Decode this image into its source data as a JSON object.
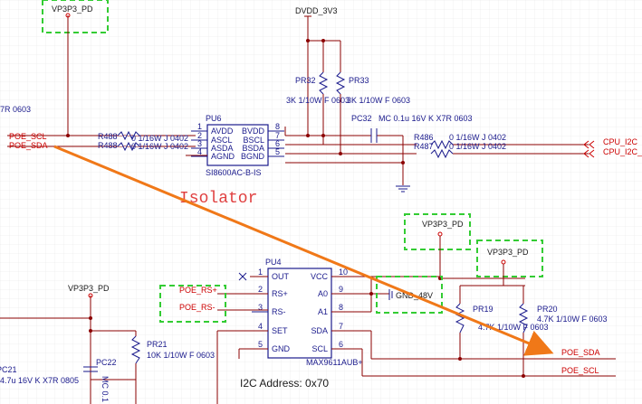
{
  "labels": {
    "vp3p3_pd_top": "VP3P3_PD",
    "dvdd_3v3": "DVDD_3V3",
    "left_partial_7r0603": "7R 0603",
    "pr32_ref": "PR32",
    "pr33_ref": "PR33",
    "pr32_val": "3K 1/10W F 0603",
    "pr33_val": "3K 1/10W F 0603",
    "pu6_ref": "PU6",
    "pu6_part": "SI8600AC-B-IS",
    "pc32": "PC32",
    "pc32_val": "MC 0.1u 16V K X7R 0603",
    "poe_scl_left": "POE_SCL",
    "poe_sda_left": "POE_SDA",
    "r488a_ref": "R488",
    "r488a_val": "0 1/16W J 0402",
    "r488b_ref": "R488",
    "r488b_val": "0 1/16W J 0402",
    "r486_ref": "R486",
    "r486_val": "0 1/16W J 0402",
    "r487_ref": "R487",
    "r487_val": "0 1/16W J 0402",
    "cpu_i2c_1": "CPU_I2C",
    "cpu_i2c_2": "CPU_I2C_",
    "isolator": "Isolator",
    "vp3p3_pd_mid1": "VP3P3_PD",
    "vp3p3_pd_mid2": "VP3P3_PD",
    "vp3p3_pd_left": "VP3P3_PD",
    "pu4_ref": "PU4",
    "pu4_part": "MAX9611AUB+",
    "gnd_48v": "GND_48V",
    "poe_rsp": "POE_RS+",
    "poe_rsm": "POE_RS-",
    "pr21_ref": "PR21",
    "pr21_val": "10K 1/10W F 0603",
    "pc22_ref": "PC22",
    "pc22_val": "MC 0.1",
    "pc21_ref": "PC21",
    "pc21_val": "4.7u 16V K X7R 0805",
    "pr19_ref": "PR19",
    "pr19_val": "4.7K 1/10W F 0603",
    "pr20_ref": "PR20",
    "pr20_val": "4.7K 1/10W F 0603",
    "poe_sda_right": "POE_SDA",
    "poe_scl_right": "POE_SCL",
    "i2c_address": "I2C Address: 0x70"
  },
  "pu6": {
    "pins_left": [
      {
        "num": "1",
        "name": "AVDD"
      },
      {
        "num": "2",
        "name": "ASCL"
      },
      {
        "num": "3",
        "name": "ASDA"
      },
      {
        "num": "4",
        "name": "AGND"
      }
    ],
    "pins_right": [
      {
        "num": "8",
        "name": "BVDD"
      },
      {
        "num": "7",
        "name": "BSCL"
      },
      {
        "num": "6",
        "name": "BSDA"
      },
      {
        "num": "5",
        "name": "BGND"
      }
    ]
  },
  "pu4": {
    "pins_left": [
      {
        "num": "1",
        "name": "OUT"
      },
      {
        "num": "2",
        "name": "RS+"
      },
      {
        "num": "3",
        "name": "RS-"
      },
      {
        "num": "4",
        "name": "SET"
      },
      {
        "num": "5",
        "name": "GND"
      }
    ],
    "pins_right": [
      {
        "num": "10",
        "name": "VCC"
      },
      {
        "num": "9",
        "name": "A0"
      },
      {
        "num": "8",
        "name": "A1"
      },
      {
        "num": "7",
        "name": "SDA"
      },
      {
        "num": "6",
        "name": "SCL"
      }
    ]
  },
  "colors": {
    "wire": "#8b0000",
    "component": "#1a1a8c",
    "net_label": "#cc0000",
    "highlight_box": "#33cc33",
    "arrow": "#f07818",
    "grid": "#e6e6e6",
    "text": "#1a1a1a"
  }
}
